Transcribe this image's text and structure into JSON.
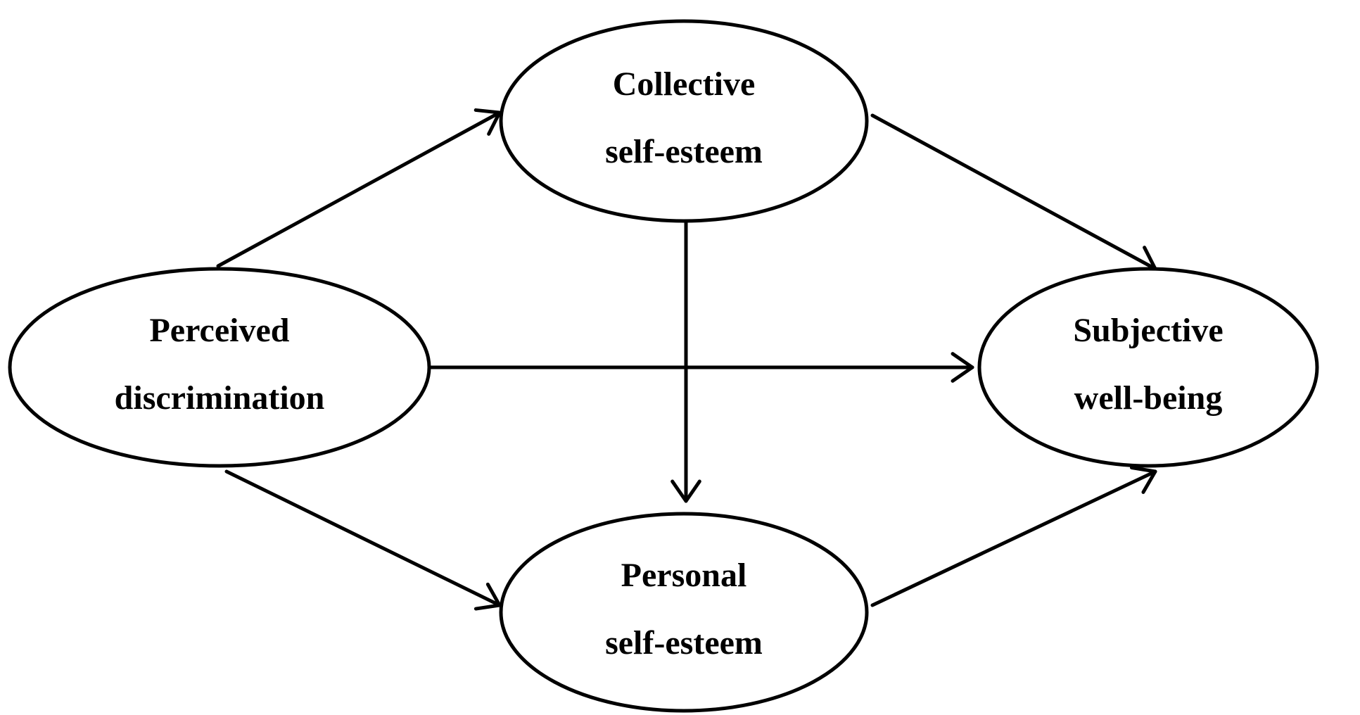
{
  "diagram": {
    "nodes": [
      {
        "id": "perceived",
        "lines": [
          "Perceived",
          "discrimination"
        ]
      },
      {
        "id": "collective",
        "lines": [
          "Collective",
          "self-esteem"
        ]
      },
      {
        "id": "personal",
        "lines": [
          "Personal",
          "self-esteem"
        ]
      },
      {
        "id": "wellbeing",
        "lines": [
          "Subjective",
          "well-being"
        ]
      }
    ],
    "edges": [
      {
        "from": "perceived",
        "to": "collective"
      },
      {
        "from": "perceived",
        "to": "personal"
      },
      {
        "from": "perceived",
        "to": "wellbeing"
      },
      {
        "from": "collective",
        "to": "personal"
      },
      {
        "from": "collective",
        "to": "wellbeing"
      },
      {
        "from": "personal",
        "to": "wellbeing"
      }
    ],
    "colors": {
      "stroke": "#000000",
      "fill": "#ffffff",
      "background": "#ffffff"
    }
  }
}
